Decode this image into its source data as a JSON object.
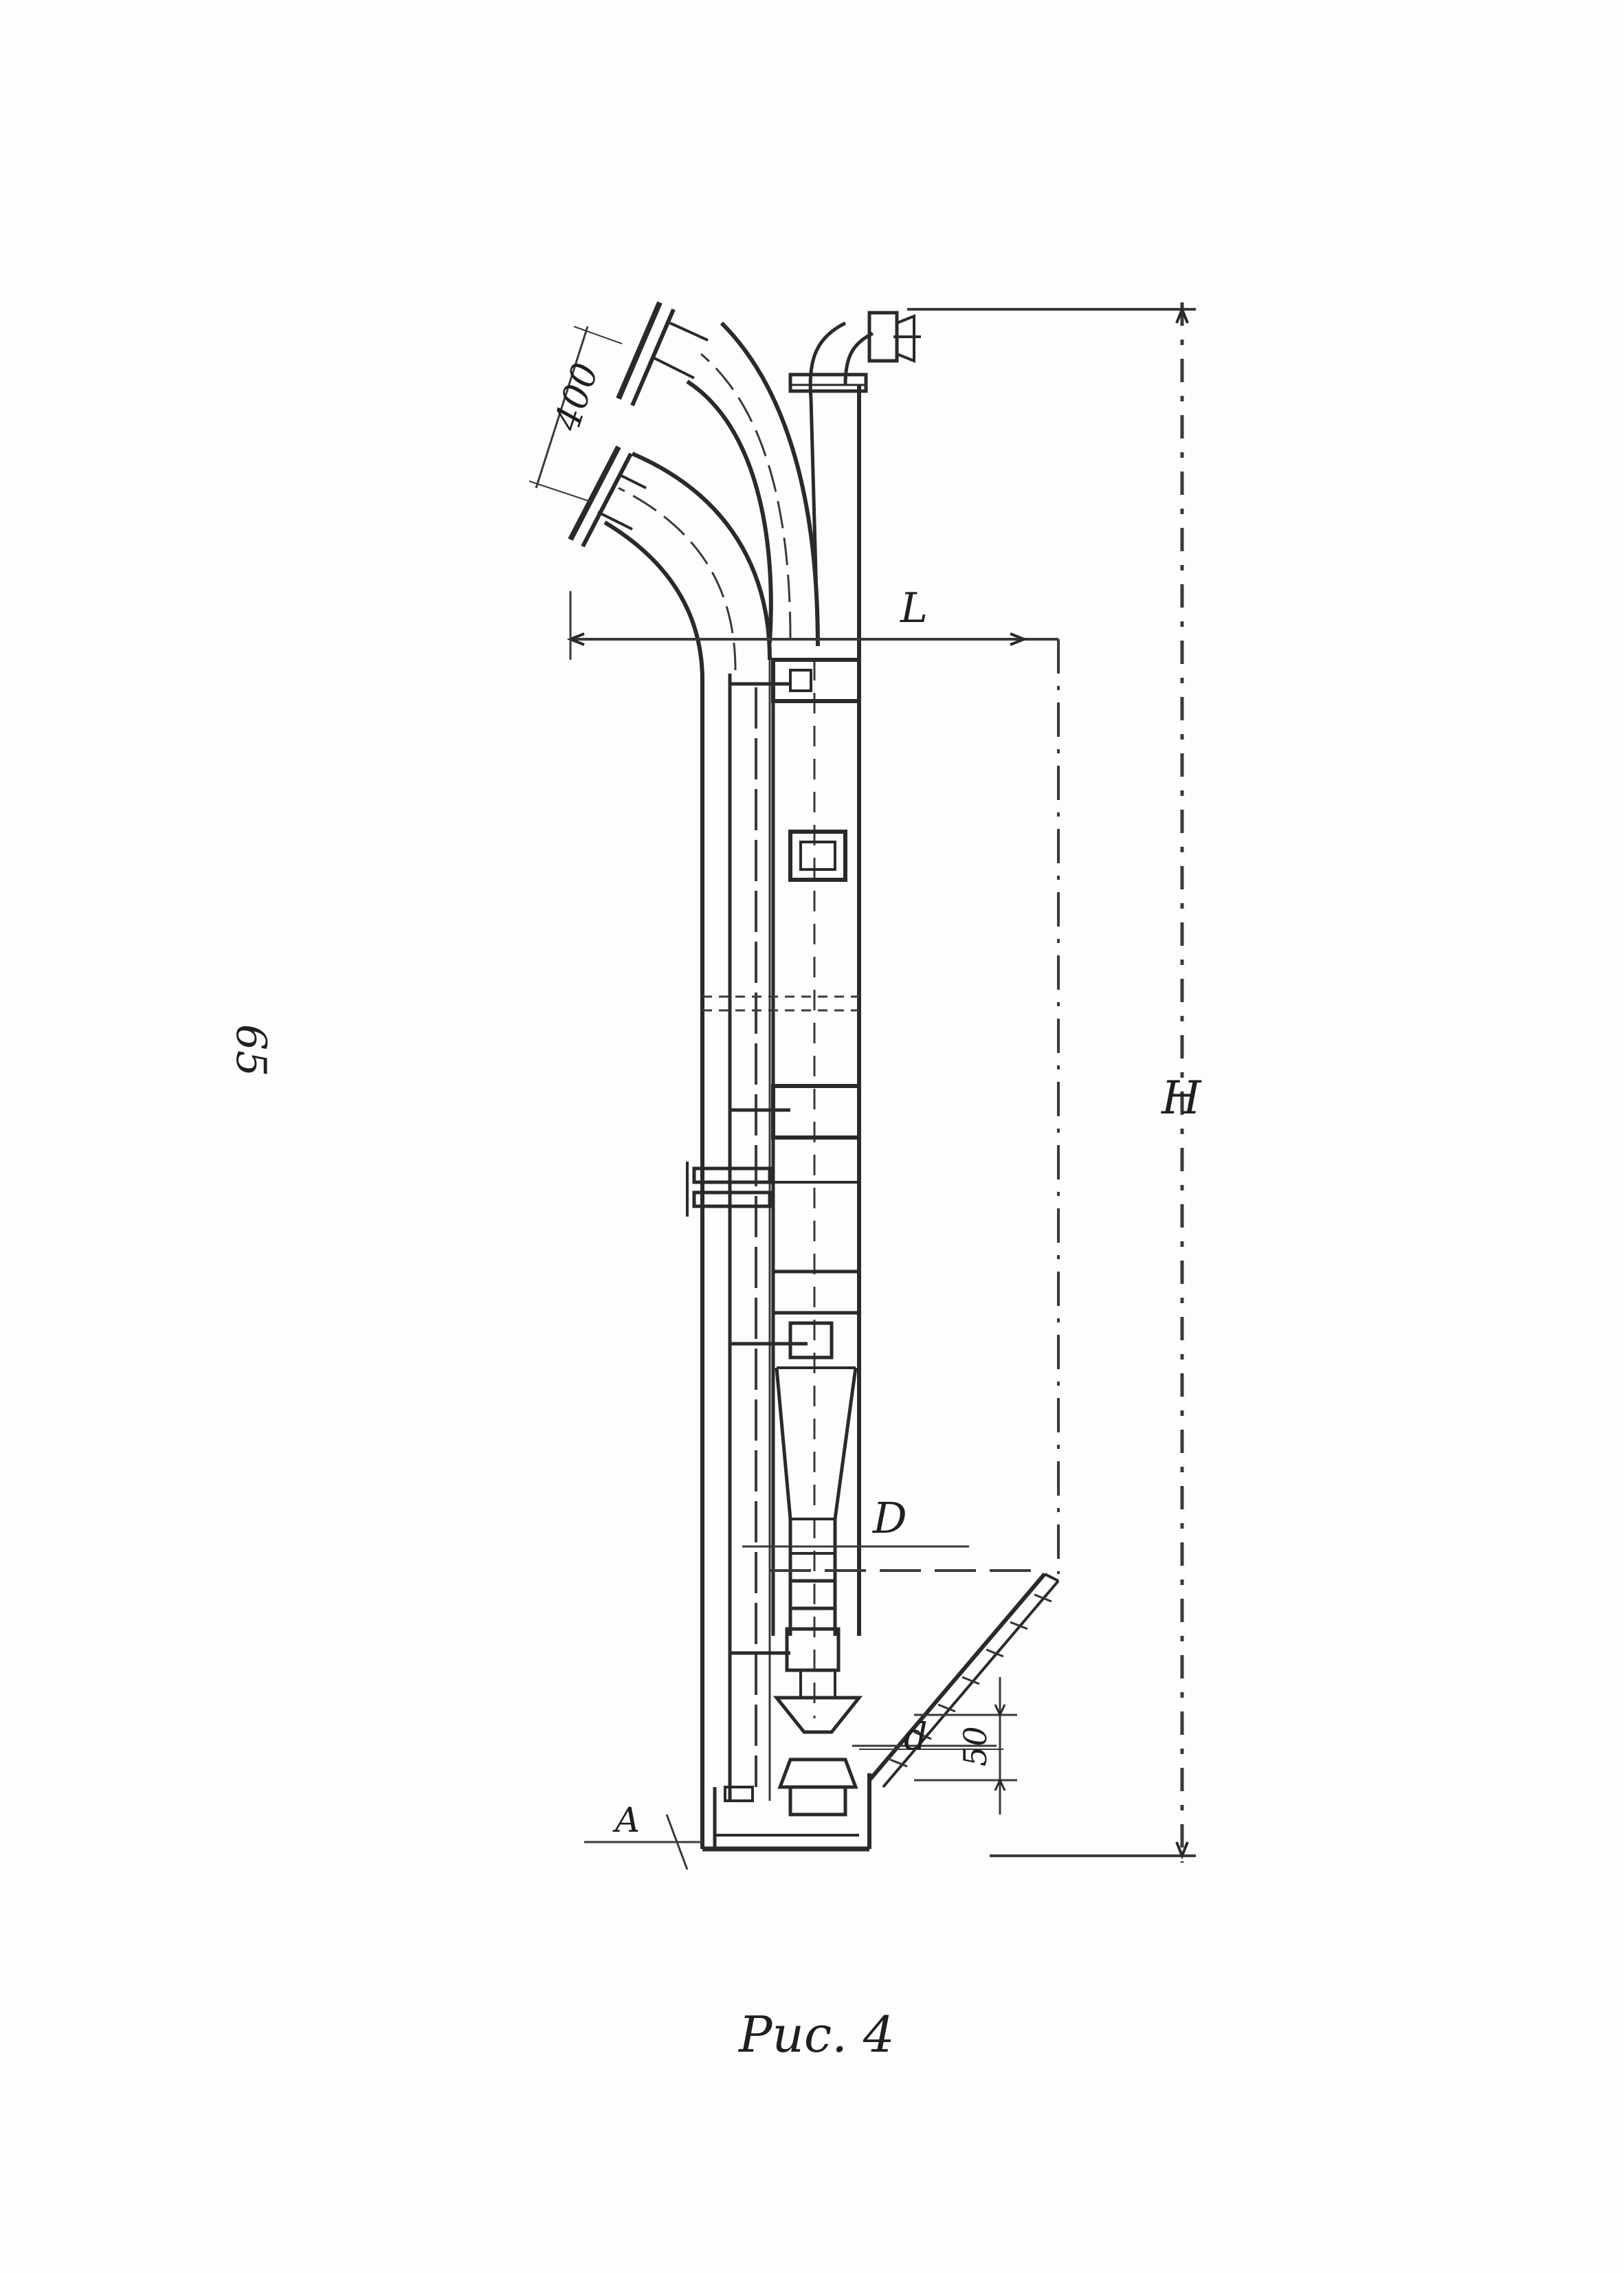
{
  "page": {
    "number": "65"
  },
  "drawing": {
    "caption": "Рис. 4",
    "labels": {
      "dim_height": "H",
      "dim_length": "L",
      "dim_pipe": "400",
      "dim_gap": "50",
      "label_diameter": "D",
      "label_nozzle": "d",
      "label_level": "A"
    }
  },
  "colors": {
    "ink": "#2a2a2a",
    "paper": "#fdfdfb"
  }
}
